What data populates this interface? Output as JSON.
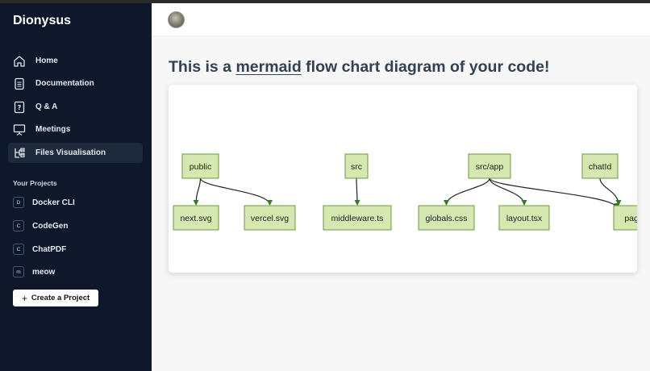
{
  "app": {
    "brand": "Dionysus"
  },
  "sidebar": {
    "nav": [
      {
        "label": "Home",
        "icon": "home-icon"
      },
      {
        "label": "Documentation",
        "icon": "document-icon"
      },
      {
        "label": "Q & A",
        "icon": "question-icon"
      },
      {
        "label": "Meetings",
        "icon": "presentation-icon"
      },
      {
        "label": "Files Visualisation",
        "icon": "tree-icon",
        "active": true
      }
    ],
    "projects_title": "Your Projects",
    "projects": [
      {
        "badge": "D",
        "name": "Docker CLI"
      },
      {
        "badge": "C",
        "name": "CodeGen"
      },
      {
        "badge": "C",
        "name": "ChatPDF"
      },
      {
        "badge": "m",
        "name": "meow"
      }
    ],
    "create_label": "Create a Project"
  },
  "main": {
    "title_pre": "This is a ",
    "title_link": "mermaid",
    "title_post": " flow chart diagram of your code!"
  },
  "diagram": {
    "nodes": [
      {
        "id": "public",
        "label": "public"
      },
      {
        "id": "next",
        "label": "next.svg"
      },
      {
        "id": "vercel",
        "label": "vercel.svg"
      },
      {
        "id": "src",
        "label": "src"
      },
      {
        "id": "middleware",
        "label": "middleware.ts"
      },
      {
        "id": "srcapp",
        "label": "src/app"
      },
      {
        "id": "globals",
        "label": "globals.css"
      },
      {
        "id": "layout",
        "label": "layout.tsx"
      },
      {
        "id": "chatid",
        "label": "chatId"
      },
      {
        "id": "page",
        "label": "page"
      }
    ],
    "edges": [
      [
        "public",
        "next"
      ],
      [
        "public",
        "vercel"
      ],
      [
        "src",
        "middleware"
      ],
      [
        "srcapp",
        "globals"
      ],
      [
        "srcapp",
        "layout"
      ],
      [
        "srcapp",
        "page"
      ],
      [
        "chatid",
        "page"
      ]
    ],
    "colors": {
      "fill": "#d5e8b0",
      "stroke": "#6c9a3a",
      "arrow": "#2f7d1f"
    }
  }
}
